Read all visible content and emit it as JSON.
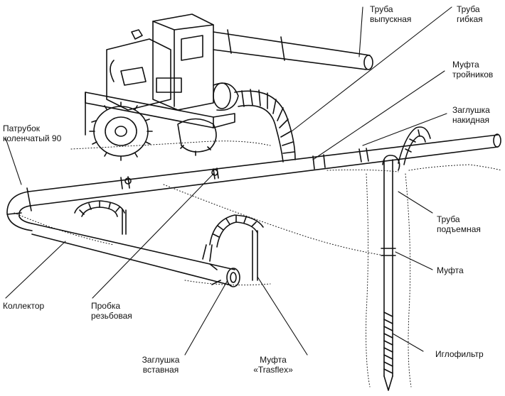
{
  "labels": {
    "pipe_outlet": [
      "Труба",
      "выпускная"
    ],
    "pipe_flexible": [
      "Труба",
      "гибкая"
    ],
    "tee_coupling": [
      "Муфта",
      "тройников"
    ],
    "cap_overhead": [
      "Заглушка",
      "накидная"
    ],
    "elbow_90": [
      "Патрубок",
      "коленчатый 90"
    ],
    "riser_pipe": [
      "Труба",
      "подъемная"
    ],
    "coupling": "Муфта",
    "collector": "Коллектор",
    "threaded_plug": [
      "Пробка",
      "резьбовая"
    ],
    "wellpoint": "Иглофильтр",
    "insert_cap": [
      "Заглушка",
      "вставная"
    ],
    "trasflex_coupling": [
      "Муфта",
      "«Trasflex»"
    ]
  },
  "colors": {
    "ink": "#111111",
    "paper": "#ffffff"
  }
}
